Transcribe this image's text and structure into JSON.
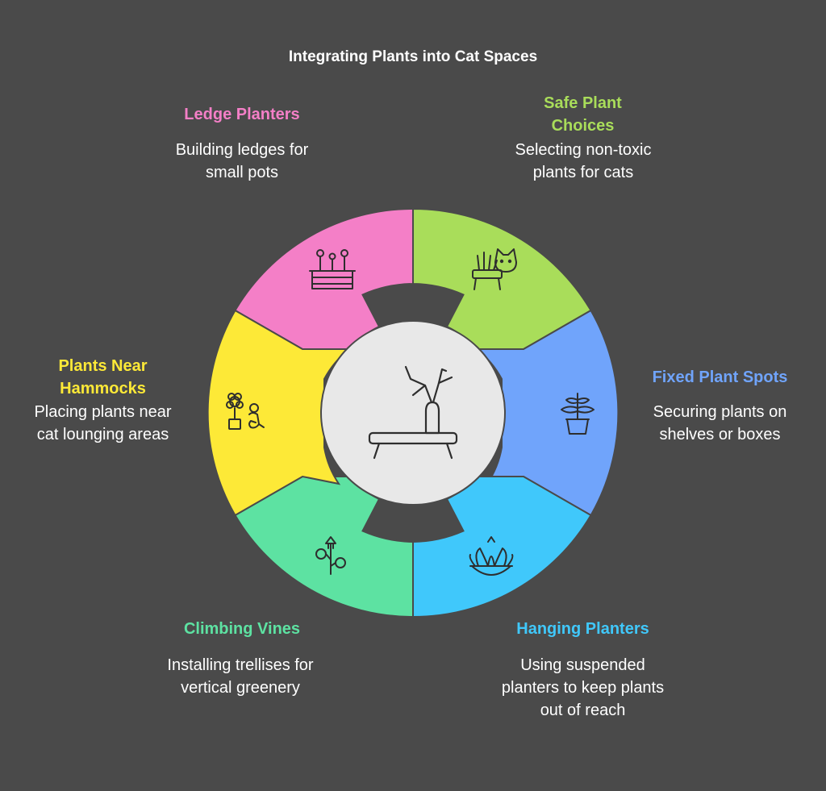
{
  "title": "Integrating Plants into Cat Spaces",
  "segments": [
    {
      "id": "ledge",
      "label": "Ledge Planters",
      "description": "Building ledges for small pots",
      "color": "#f47fc7",
      "icon": "ledge-planter-icon"
    },
    {
      "id": "safe",
      "label": "Safe Plant Choices",
      "description": "Selecting non-toxic plants for cats",
      "color": "#a9dd5a",
      "icon": "cat-plant-icon"
    },
    {
      "id": "fixed",
      "label": "Fixed Plant Spots",
      "description": "Securing plants on shelves or boxes",
      "color": "#70a4fb",
      "icon": "potted-plant-icon"
    },
    {
      "id": "hanging",
      "label": "Hanging Planters",
      "description": "Using suspended planters to keep plants out of reach",
      "color": "#40c8fb",
      "icon": "hanging-planter-icon"
    },
    {
      "id": "climbing",
      "label": "Climbing Vines",
      "description": "Installing trellises for vertical greenery",
      "color": "#5de2a2",
      "icon": "trellis-vine-icon"
    },
    {
      "id": "hammock",
      "label": "Plants Near Hammocks",
      "description": "Placing plants near cat lounging areas",
      "color": "#fde937",
      "icon": "flower-pot-cat-icon"
    }
  ],
  "center": {
    "icon": "shelf-vase-icon",
    "color": "#e8e8e8"
  }
}
